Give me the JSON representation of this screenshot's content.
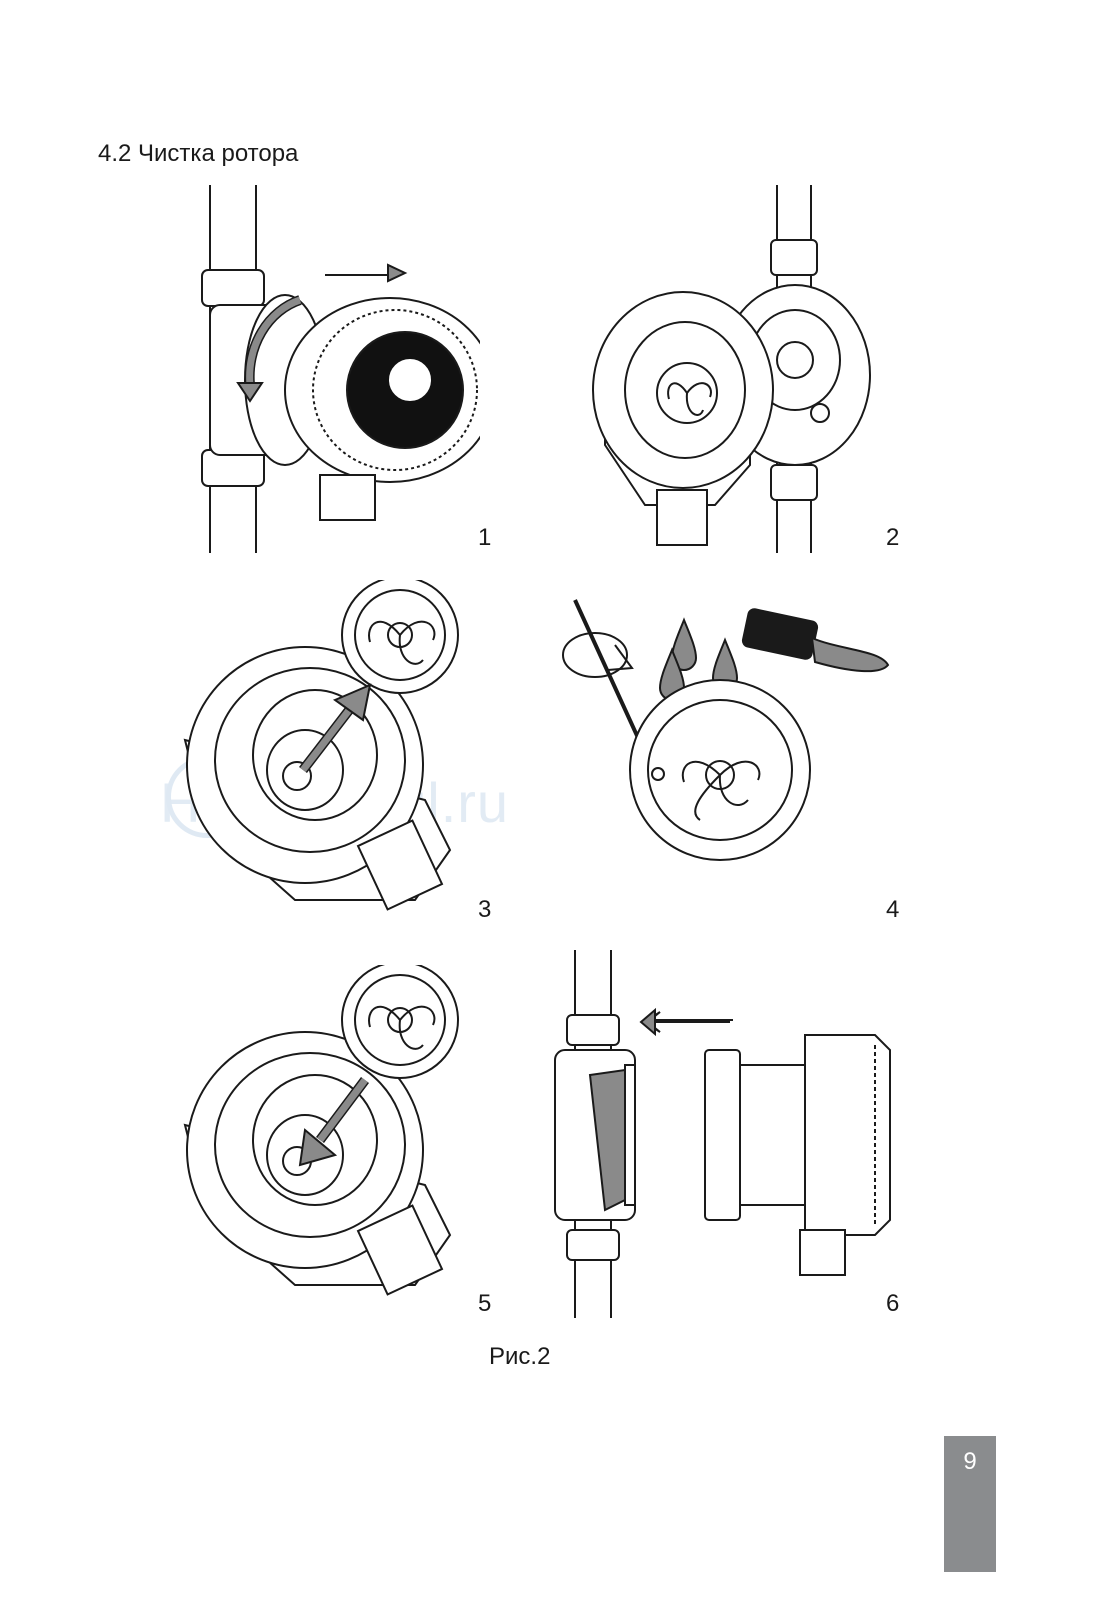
{
  "section_title": "4.2 Чистка ротора",
  "watermark": "HomeDistil.ru",
  "panels": [
    {
      "number": "1"
    },
    {
      "number": "2"
    },
    {
      "number": "3"
    },
    {
      "number": "4"
    },
    {
      "number": "5"
    },
    {
      "number": "6"
    }
  ],
  "caption": "Рис.2",
  "page_number": "9"
}
